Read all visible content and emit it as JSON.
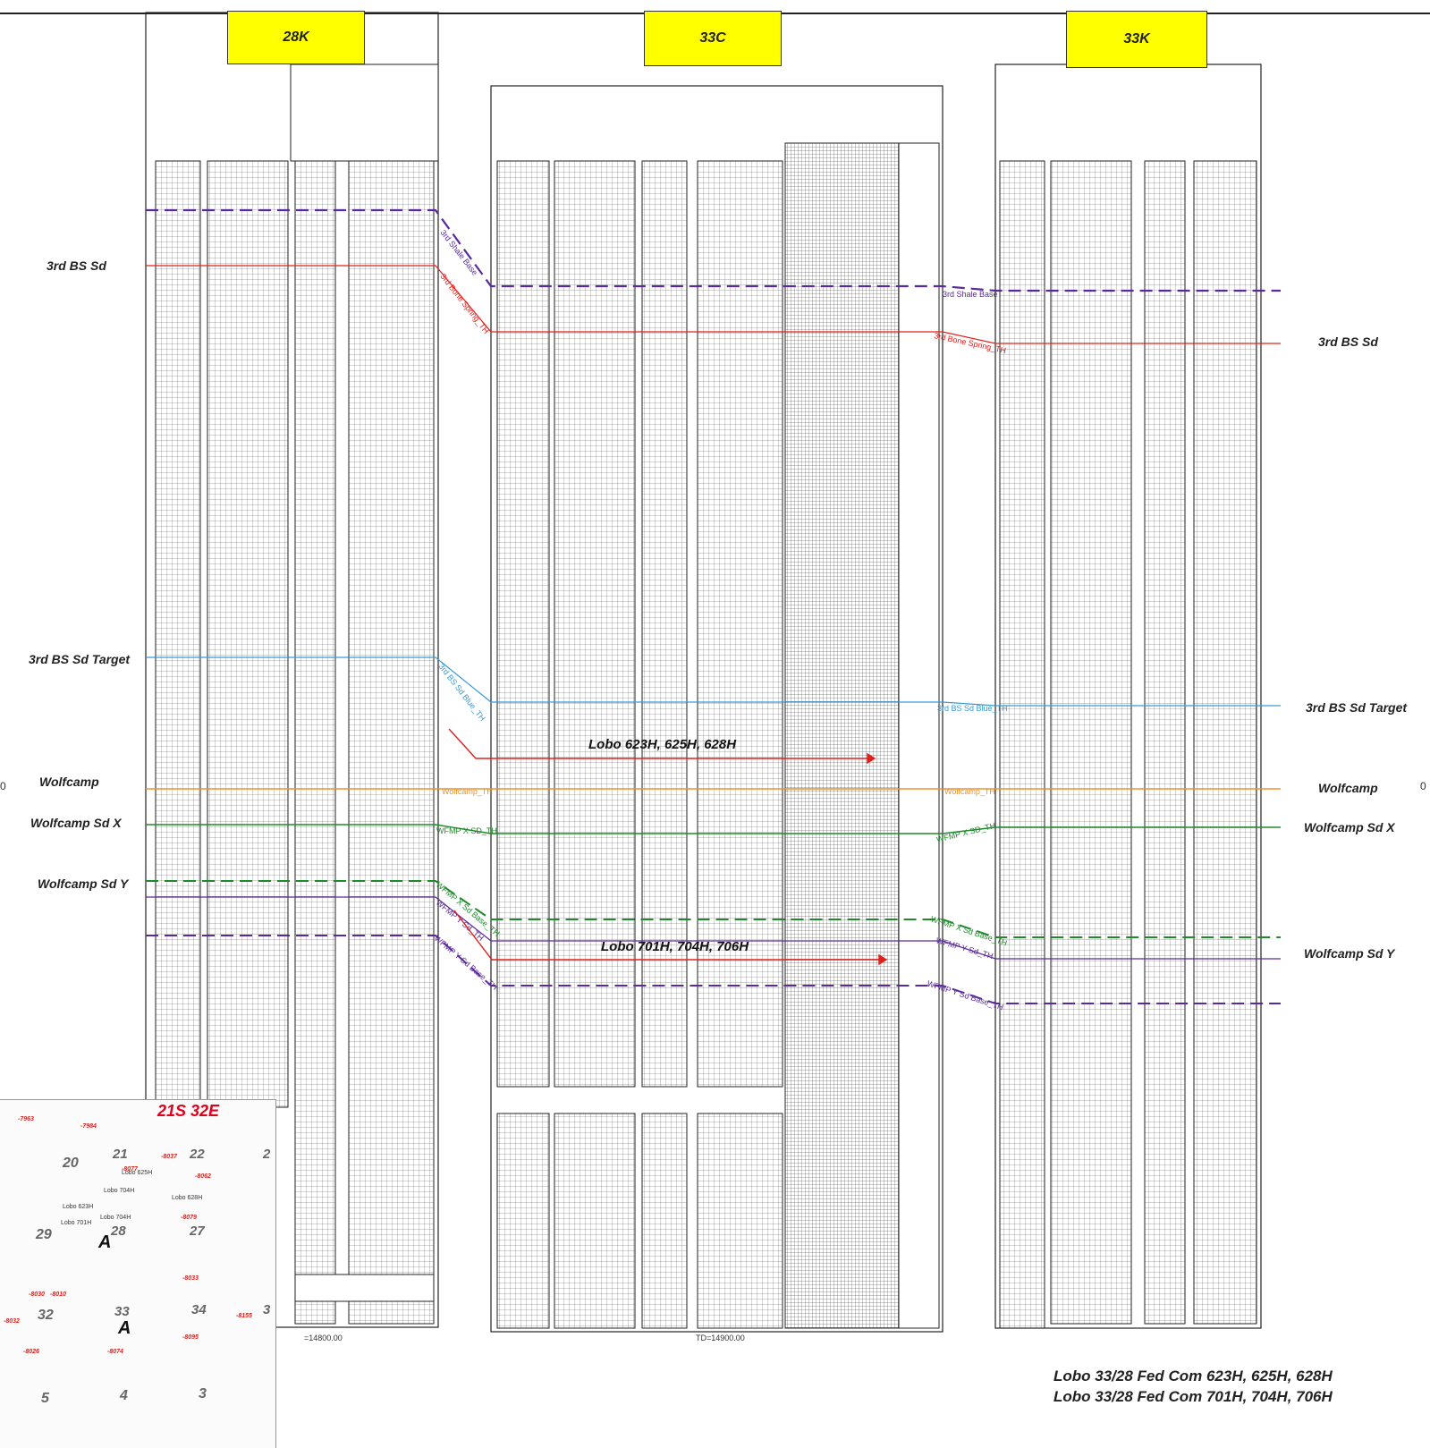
{
  "wells": [
    {
      "name": "28K",
      "color": "#ffff00"
    },
    {
      "name": "33C",
      "color": "#ffff00"
    },
    {
      "name": "33K",
      "color": "#ffff00"
    }
  ],
  "left_formation_labels": [
    {
      "label": "3rd BS Sd"
    },
    {
      "label": "3rd BS Sd Target"
    },
    {
      "label": "Wolfcamp"
    },
    {
      "label": "Wolfcamp Sd X"
    },
    {
      "label": "Wolfcamp Sd Y"
    }
  ],
  "right_formation_labels": [
    {
      "label": "3rd BS Sd"
    },
    {
      "label": "3rd BS Sd Target"
    },
    {
      "label": "Wolfcamp"
    },
    {
      "label": "Wolfcamp Sd X"
    },
    {
      "label": "Wolfcamp Sd Y"
    }
  ],
  "edge_digits": {
    "left": "0",
    "right": "0"
  },
  "horizons": [
    {
      "name": "3rd Shale Base",
      "color": "#5a2a9a",
      "style": "dashed"
    },
    {
      "name": "3rd Bone Spring_TH",
      "color": "#e0201c",
      "style": "solid"
    },
    {
      "name": "3rd BS Sd Blue_TH",
      "color": "#3a9ad6",
      "style": "solid"
    },
    {
      "name": "Wolfcamp_TH",
      "color": "#f0902a",
      "style": "solid"
    },
    {
      "name": "WFMP X SD_TH",
      "color": "#1e8a2a",
      "style": "solid"
    },
    {
      "name": "WFMP X Sd Base_TH",
      "color": "#1e8a2a",
      "style": "dashed"
    },
    {
      "name": "WFMP Y Sd_TH",
      "color": "#5a2a9a",
      "style": "solid"
    },
    {
      "name": "WFMP Y Sd Base_TH",
      "color": "#5a2a9a",
      "style": "dashed"
    }
  ],
  "targets": [
    {
      "label": "Lobo 623H, 625H, 628H"
    },
    {
      "label": "Lobo 701H, 704H, 706H"
    }
  ],
  "td_labels": [
    "=14800.00",
    "TD=14900.00"
  ],
  "footer": {
    "line1": "Lobo 33/28 Fed Com 623H, 625H, 628H",
    "line2": "Lobo 33/28 Fed Com 701H, 704H, 706H"
  },
  "inset_map": {
    "title": "21S 32E",
    "sections": [
      "20",
      "21",
      "22",
      "2",
      "29",
      "28",
      "27",
      "32",
      "33",
      "34",
      "3",
      "5",
      "4",
      "3"
    ],
    "wells": [
      "Lobo 625H",
      "Lobo 704H",
      "Lobo 628H",
      "Lobo 701H",
      "Lobo 623H",
      "Lobo 704H"
    ],
    "markers": [
      "A",
      "A"
    ],
    "contours": [
      "-7963",
      "-7984",
      "-8037",
      "-8077",
      "-8062",
      "-8079",
      "-8033",
      "-8030",
      "-8010",
      "-8032",
      "-8155",
      "-8074",
      "-8026",
      "-8095"
    ]
  }
}
